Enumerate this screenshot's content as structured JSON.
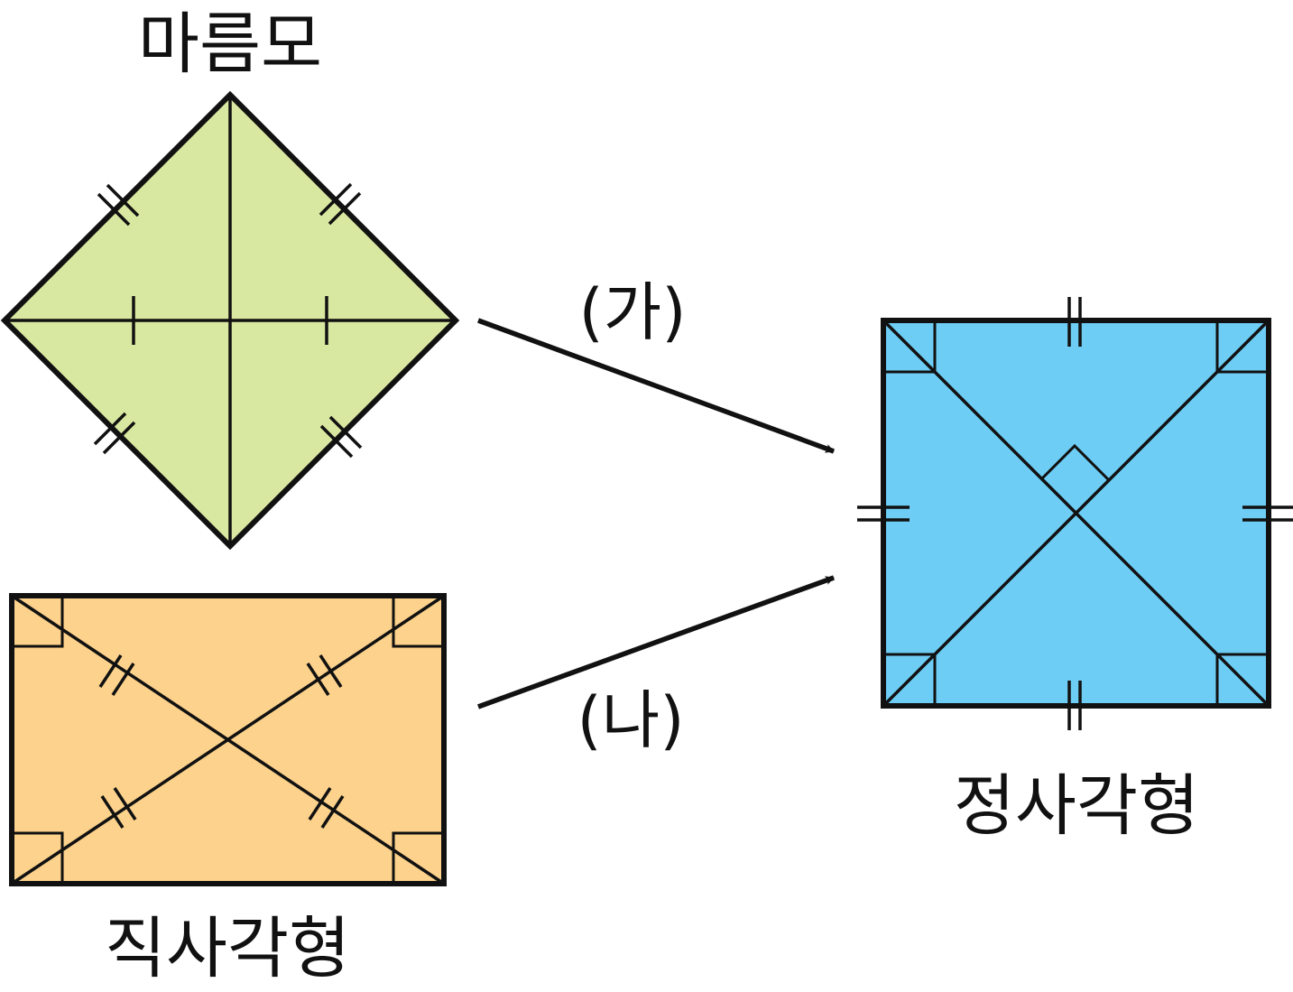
{
  "shapes": {
    "rhombus": {
      "label": "마름모",
      "fill": "#D9E8A0"
    },
    "rectangle": {
      "label": "직사각형",
      "fill": "#FCD28C"
    },
    "square": {
      "label": "정사각형",
      "fill": "#6ECDF5"
    }
  },
  "arrows": {
    "top": {
      "label": "(가)"
    },
    "bottom": {
      "label": "(나)"
    }
  },
  "colors": {
    "stroke": "#111111"
  }
}
